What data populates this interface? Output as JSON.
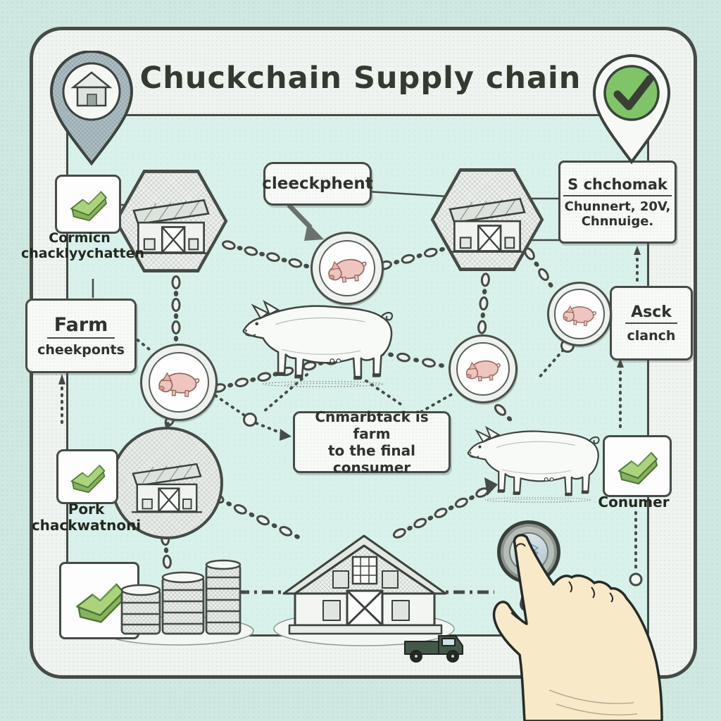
{
  "title": "Chuckchain Supply chain",
  "labels": {
    "cormicn": {
      "line1": "Cormicn",
      "line2": "chacklyychatten"
    },
    "checkpoint_tag": "cleeckphent",
    "schchomak": {
      "heading": "S chchomak",
      "line1": "Chunnert, 20V,",
      "line2": "Chnnuige."
    },
    "farm": {
      "heading": "Farm",
      "sub": "cheekponts"
    },
    "asck": {
      "heading": "Asck",
      "sub": "clanch"
    },
    "center_note": {
      "line1": "Cnmarbtack is farm",
      "line2": "to the final consumer"
    },
    "pork": {
      "line1": "Pork",
      "line2": "chackwatnoni"
    },
    "consumer": "Conumer"
  },
  "icons": {
    "pin_left": "location-pin-farm",
    "pin_right": "verified-check-pin",
    "badge": "green-check-leaf",
    "button_glyph": "layers-stack",
    "node_hexagon": "farm-barn-hexagon",
    "node_medallion": "pig-token",
    "connector": "chain-link"
  },
  "colors": {
    "background": "#d9f1eb",
    "frame": "#454b46",
    "accent_green": "#7fc568",
    "pig_pink": "#eec6bf",
    "button_blue": "#a8c8d6",
    "hand_skin": "#f8e9c8"
  }
}
